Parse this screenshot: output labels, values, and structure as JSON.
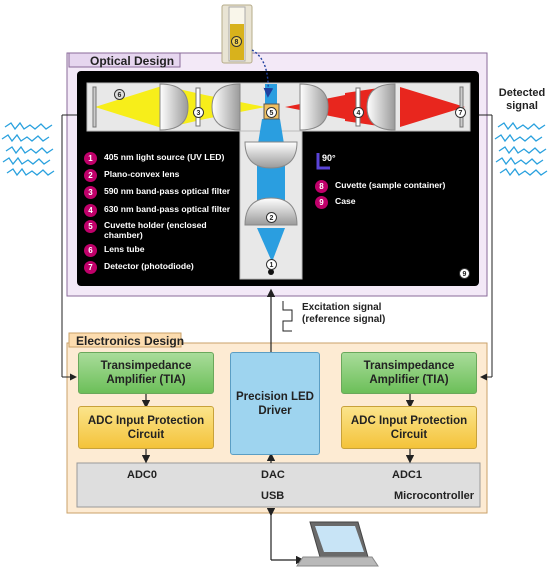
{
  "optical": {
    "title": "Optical Design",
    "angle_label": "90°",
    "legend": [
      {
        "num": "1",
        "text": "405 nm light source (UV LED)"
      },
      {
        "num": "2",
        "text": "Plano-convex lens"
      },
      {
        "num": "3",
        "text": "590 nm band-pass optical filter"
      },
      {
        "num": "4",
        "text": "630 nm band-pass optical filter"
      },
      {
        "num": "5",
        "text": "Cuvette holder (enclosed chamber)"
      },
      {
        "num": "6",
        "text": "Lens tube"
      },
      {
        "num": "7",
        "text": "Detector (photodiode)"
      },
      {
        "num": "8",
        "text": "Cuvette (sample container)"
      },
      {
        "num": "9",
        "text": "Case"
      }
    ],
    "markers": [
      "6",
      "3",
      "5",
      "4",
      "7",
      "2",
      "1",
      "9",
      "8"
    ]
  },
  "detected_signal": "Detected signal",
  "excitation_signal": "Excitation signal (reference signal)",
  "electronics": {
    "title": "Electronics Design",
    "tia_left": "Transimpedance Amplifier (TIA)",
    "tia_right": "Transimpedance Amplifier (TIA)",
    "adc_prot_left": "ADC Input Protection Circuit",
    "adc_prot_right": "ADC Input Protection Circuit",
    "led_driver": "Precision LED Driver",
    "mcu": {
      "adc0": "ADC0",
      "dac": "DAC",
      "adc1": "ADC1",
      "usb": "USB",
      "name": "Microcontroller"
    }
  },
  "colors": {
    "uv_beam": "#2a9ee0",
    "yellow_beam": "#f7ee1a",
    "red_beam": "#e8261e",
    "legend_badge": "#c0006a"
  }
}
